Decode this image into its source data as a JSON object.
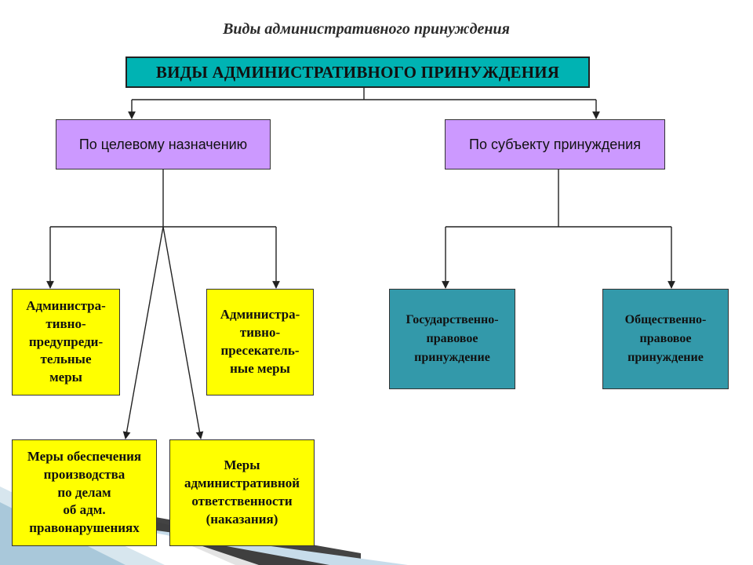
{
  "title": "Виды административного принуждения",
  "root": {
    "label": "ВИДЫ АДМИНИСТРАТИВНОГО ПРИНУЖДЕНИЯ"
  },
  "categories": [
    {
      "label": "По целевому назначению"
    },
    {
      "label": "По субъекту принуждения"
    }
  ],
  "purpose_types": [
    {
      "label": "Администра-\nтивно-\nпредупреди-\nтельные\nмеры"
    },
    {
      "label": "Администра-\nтивно-\nпресекатель-\nные меры"
    },
    {
      "label": "Меры обеспечения\nпроизводства\nпо делам\nоб адм.\nправонарушениях"
    },
    {
      "label": "Меры\nадминистративной\nответственности\n(наказания)"
    }
  ],
  "subject_types": [
    {
      "label": "Государственно-\nправовое\nпринуждение"
    },
    {
      "label": "Общественно-\nправовое\nпринуждение"
    }
  ],
  "colors": {
    "root": "#00b3b3",
    "category": "#cc99ff",
    "purpose": "#ffff00",
    "subject": "#3399aa",
    "connector": "#222222"
  }
}
